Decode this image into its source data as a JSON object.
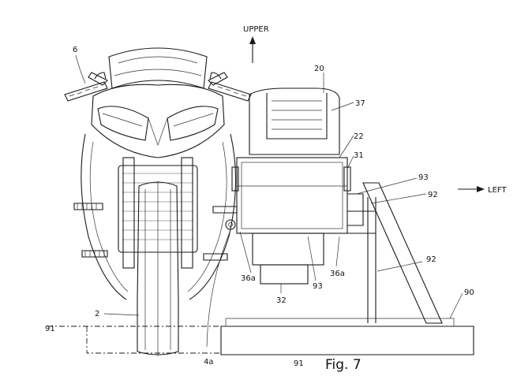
{
  "figure": {
    "caption": "Fig. 7",
    "directions": {
      "up": "UPPER",
      "right": "LEFT"
    },
    "reference_numerals": {
      "r6": "6",
      "r20": "20",
      "r37": "37",
      "r22": "22",
      "r31": "31",
      "r93a": "93",
      "r92a": "92",
      "r93b": "93",
      "r92b": "92",
      "r90": "90",
      "r36a_left": "36a",
      "r36a_right": "36a",
      "r32": "32",
      "r2": "2",
      "r91_left": "91",
      "r91_bottom": "91",
      "r4a": "4a"
    }
  }
}
